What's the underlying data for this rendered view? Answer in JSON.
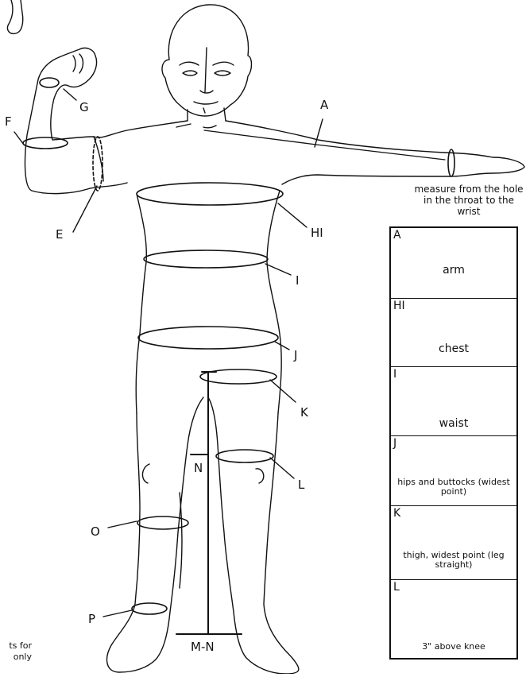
{
  "labels": {
    "A": "A",
    "F": "F",
    "G": "G",
    "E": "E",
    "HI": "HI",
    "I": "I",
    "J": "J",
    "K": "K",
    "N": "N",
    "L": "L",
    "O": "O",
    "P": "P",
    "MN": "M-N"
  },
  "arm_note": "measure from the hole in the throat to the wrist",
  "side_note_line1": "ts for",
  "side_note_line2": "only",
  "table": [
    {
      "code": "A",
      "desc": "arm"
    },
    {
      "code": "HI",
      "desc": "chest"
    },
    {
      "code": "I",
      "desc": "waist"
    },
    {
      "code": "J",
      "desc": "hips and buttocks (widest point)"
    },
    {
      "code": "K",
      "desc": "thigh, widest point (leg straight)"
    },
    {
      "code": "L",
      "desc": "3\" above knee"
    }
  ]
}
